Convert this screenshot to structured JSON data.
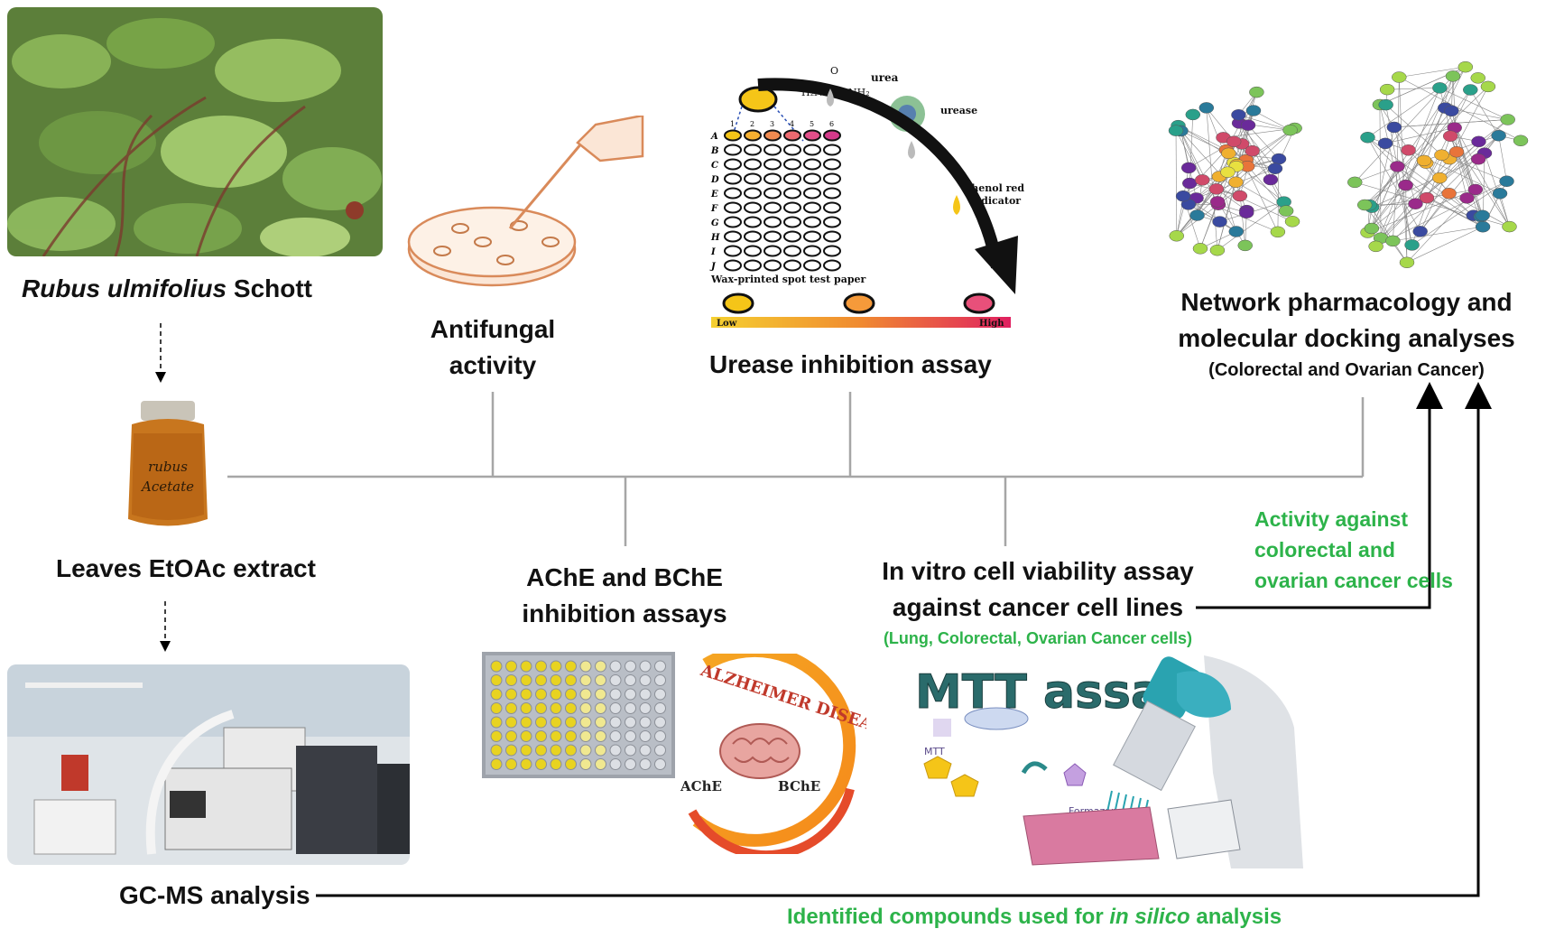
{
  "labels": {
    "plant_genus": "Rubus ulmifolius",
    "plant_author": "Schott",
    "extract": "Leaves EtOAc extract",
    "gcms": "GC-MS analysis",
    "antifungal_1": "Antifungal",
    "antifungal_2": "activity",
    "urease": "Urease inhibition assay",
    "network_1": "Network pharmacology and",
    "network_2": "molecular docking analyses",
    "network_3": "(Colorectal and  Ovarian Cancer)",
    "ache_1": "AChE and BChE",
    "ache_2": "inhibition assays",
    "viability_1": "In vitro cell viability assay",
    "viability_2": "against cancer cell lines",
    "viability_3": "(Lung, Colorectal, Ovarian Cancer cells)",
    "activity_1": "Activity against",
    "activity_2": "colorectal and",
    "activity_3": "ovarian cancer cells",
    "identified_a": "Identified compounds used for ",
    "identified_b": "in silico",
    "identified_c": " analysis"
  },
  "urease_panel": {
    "urea": "urea",
    "urease": "urease",
    "phenol_1": "Phenol red",
    "phenol_2": "indicator",
    "paper": "Wax-printed spot test paper",
    "low": "Low",
    "high": "High",
    "rows": [
      "A",
      "B",
      "C",
      "D",
      "E",
      "F",
      "G",
      "H",
      "I",
      "J"
    ],
    "cols": [
      "1",
      "2",
      "3",
      "4",
      "5",
      "6"
    ]
  },
  "ache_panel": {
    "title": "ALZHEIMER DISEASE",
    "ache": "AChE",
    "bche": "BChE"
  },
  "mtt_panel": {
    "title": "MTT assay",
    "mtt": "MTT",
    "formazan": "Formazan"
  },
  "bottle_label": "rubus Acetate",
  "colors": {
    "green_text": "#2db34a",
    "line_gray": "#a6a6a6",
    "arrow_black": "#000000",
    "mtt_title": "#2a6b6b"
  }
}
